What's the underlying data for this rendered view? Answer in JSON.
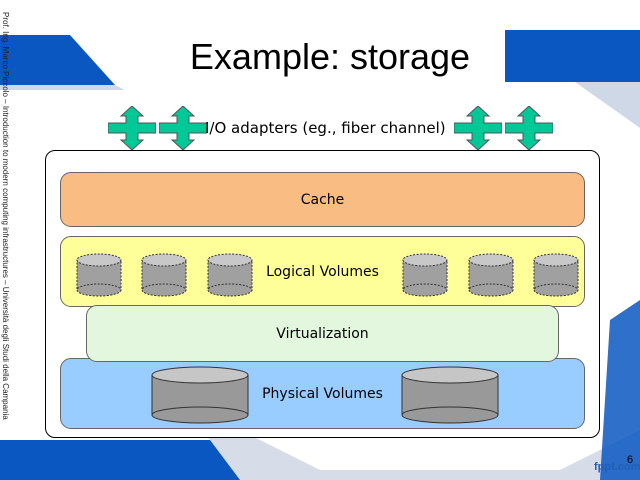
{
  "slide": {
    "title": "Example: storage",
    "side_text": "Prof. Ing. Marco Piccolo – Introduction to modern computing infrastructures – Università degli Studi della Campania",
    "io_label": "I/O adapters (eg., fiber channel)",
    "footer_brand": "fppt.com",
    "page_number": "6"
  },
  "layers": {
    "cache": "Cache",
    "logical_volumes": "Logical Volumes",
    "virtualization": "Virtualization",
    "physical_volumes": "Physical Volumes"
  },
  "colors": {
    "cache": "#f9bd84",
    "logical": "#ffff99",
    "virtualization": "#e3f7df",
    "physical": "#99ccff",
    "arrow": "#00c896",
    "banner": "#0a57c2"
  },
  "icons": [
    "io-adapter-arrow-icon",
    "logical-volume-cylinder-icon",
    "physical-volume-cylinder-icon"
  ]
}
